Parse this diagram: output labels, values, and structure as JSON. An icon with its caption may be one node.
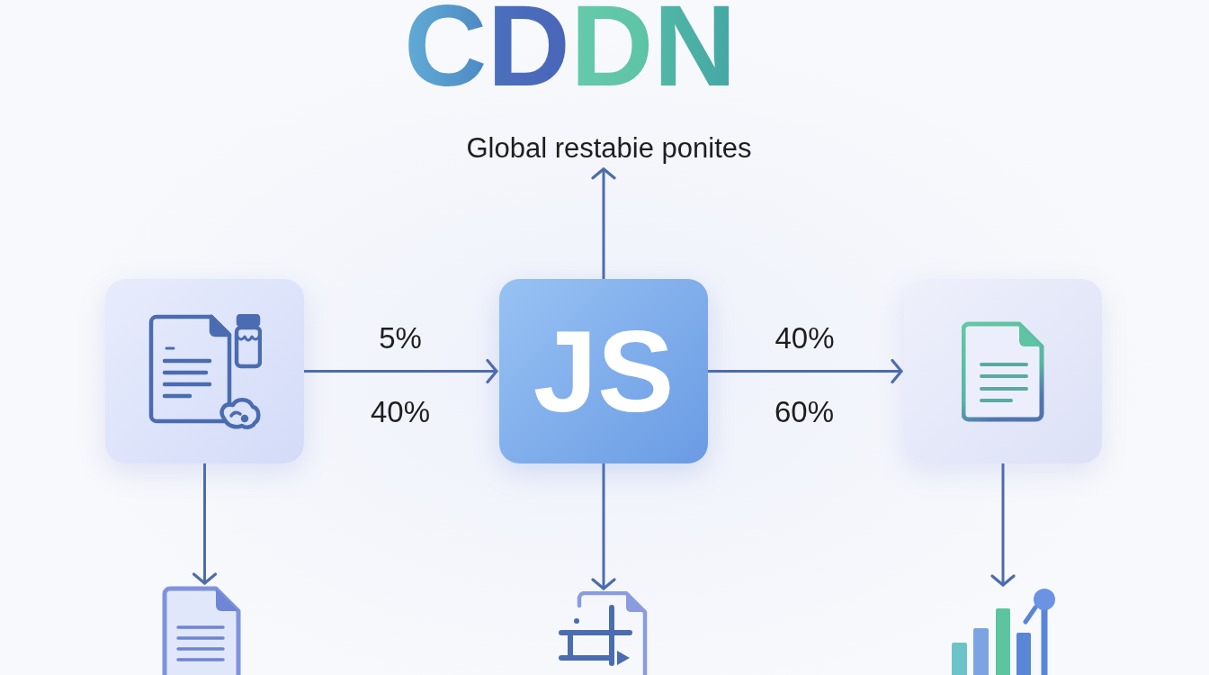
{
  "diagram": {
    "title": "CDDN",
    "nodes": [
      {
        "text": [
          "Global restabie ponites"
        ]
      },
      {
        "text": [],
        "shape": "box"
      },
      {
        "text": [
          "JS"
        ]
      },
      {
        "text": [],
        "shape": "box"
      },
      {
        "text": [],
        "shape": "picture"
      },
      {
        "text": [],
        "shape": "picture"
      },
      {
        "text": [],
        "shape": "picture"
      }
    ],
    "edges": [
      {
        "from": 2,
        "to": 0,
        "arrow": "to"
      },
      {
        "from": 1,
        "to": 2,
        "arrow": "to",
        "label": "5%"
      },
      {
        "from": 2,
        "to": 3,
        "arrow": "to",
        "label": "40%"
      },
      {
        "from": 1,
        "to": 4,
        "arrow": "to"
      },
      {
        "from": 2,
        "to": 5,
        "arrow": "to"
      },
      {
        "from": 3,
        "to": 6,
        "arrow": "to"
      }
    ],
    "labels": [
      "40%",
      "60%"
    ]
  }
}
